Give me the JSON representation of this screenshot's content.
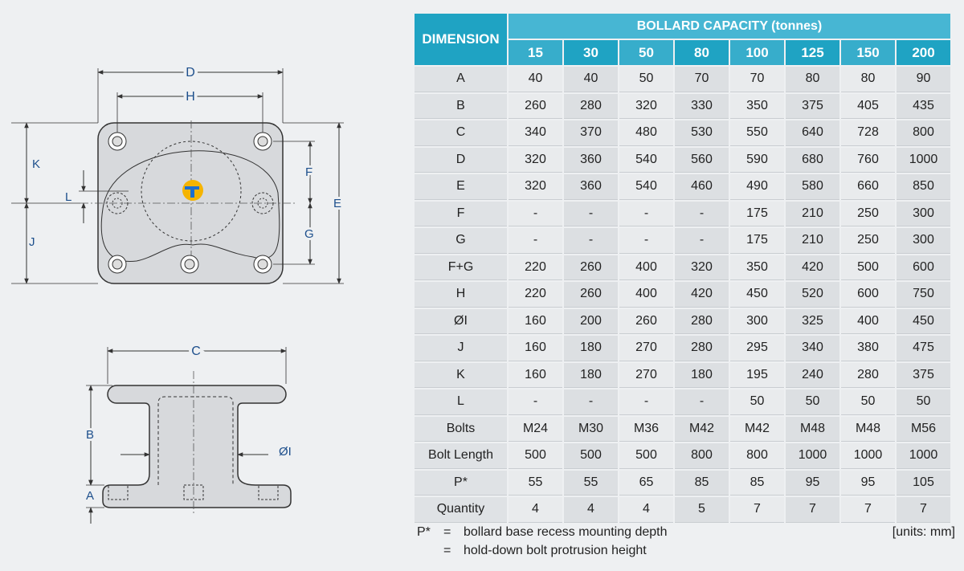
{
  "drawing": {
    "labels": {
      "D": "D",
      "H": "H",
      "K": "K",
      "L": "L",
      "J": "J",
      "F": "F",
      "G": "G",
      "E": "E",
      "C": "C",
      "B": "B",
      "A": "A",
      "I": "ØI"
    }
  },
  "table": {
    "dimension_header": "DIMENSION",
    "capacity_header": "BOLLARD CAPACITY (tonnes)",
    "columns": [
      "15",
      "30",
      "50",
      "80",
      "100",
      "125",
      "150",
      "200"
    ],
    "rows": [
      {
        "label": "A",
        "values": [
          "40",
          "40",
          "50",
          "70",
          "70",
          "80",
          "80",
          "90"
        ]
      },
      {
        "label": "B",
        "values": [
          "260",
          "280",
          "320",
          "330",
          "350",
          "375",
          "405",
          "435"
        ]
      },
      {
        "label": "C",
        "values": [
          "340",
          "370",
          "480",
          "530",
          "550",
          "640",
          "728",
          "800"
        ]
      },
      {
        "label": "D",
        "values": [
          "320",
          "360",
          "540",
          "560",
          "590",
          "680",
          "760",
          "1000"
        ]
      },
      {
        "label": "E",
        "values": [
          "320",
          "360",
          "540",
          "460",
          "490",
          "580",
          "660",
          "850"
        ]
      },
      {
        "label": "F",
        "values": [
          "-",
          "-",
          "-",
          "-",
          "175",
          "210",
          "250",
          "300"
        ]
      },
      {
        "label": "G",
        "values": [
          "-",
          "-",
          "-",
          "-",
          "175",
          "210",
          "250",
          "300"
        ]
      },
      {
        "label": "F+G",
        "values": [
          "220",
          "260",
          "400",
          "320",
          "350",
          "420",
          "500",
          "600"
        ]
      },
      {
        "label": "H",
        "values": [
          "220",
          "260",
          "400",
          "420",
          "450",
          "520",
          "600",
          "750"
        ]
      },
      {
        "label": "ØI",
        "values": [
          "160",
          "200",
          "260",
          "280",
          "300",
          "325",
          "400",
          "450"
        ]
      },
      {
        "label": "J",
        "values": [
          "160",
          "180",
          "270",
          "280",
          "295",
          "340",
          "380",
          "475"
        ]
      },
      {
        "label": "K",
        "values": [
          "160",
          "180",
          "270",
          "180",
          "195",
          "240",
          "280",
          "375"
        ]
      },
      {
        "label": "L",
        "values": [
          "-",
          "-",
          "-",
          "-",
          "50",
          "50",
          "50",
          "50"
        ]
      },
      {
        "label": "Bolts",
        "values": [
          "M24",
          "M30",
          "M36",
          "M42",
          "M42",
          "M48",
          "M48",
          "M56"
        ]
      },
      {
        "label": "Bolt Length",
        "values": [
          "500",
          "500",
          "500",
          "800",
          "800",
          "1000",
          "1000",
          "1000"
        ]
      },
      {
        "label": "P*",
        "values": [
          "55",
          "55",
          "65",
          "85",
          "85",
          "95",
          "95",
          "105"
        ]
      },
      {
        "label": "Quantity",
        "values": [
          "4",
          "4",
          "4",
          "5",
          "7",
          "7",
          "7",
          "7"
        ]
      }
    ]
  },
  "notes": {
    "p_label": "P*",
    "eq1": "=",
    "line1": "bollard base recess mounting depth",
    "eq2": "=",
    "line2": "hold-down bolt protrusion height",
    "units": "[units: mm]"
  },
  "colors": {
    "header_dark": "#1fa3c3",
    "header_light": "#47b6d3",
    "label_blue": "#1d4f8c",
    "bollard_fill": "#d7d9dc",
    "logo_yellow": "#f5b400",
    "logo_blue": "#1d6fd0"
  }
}
